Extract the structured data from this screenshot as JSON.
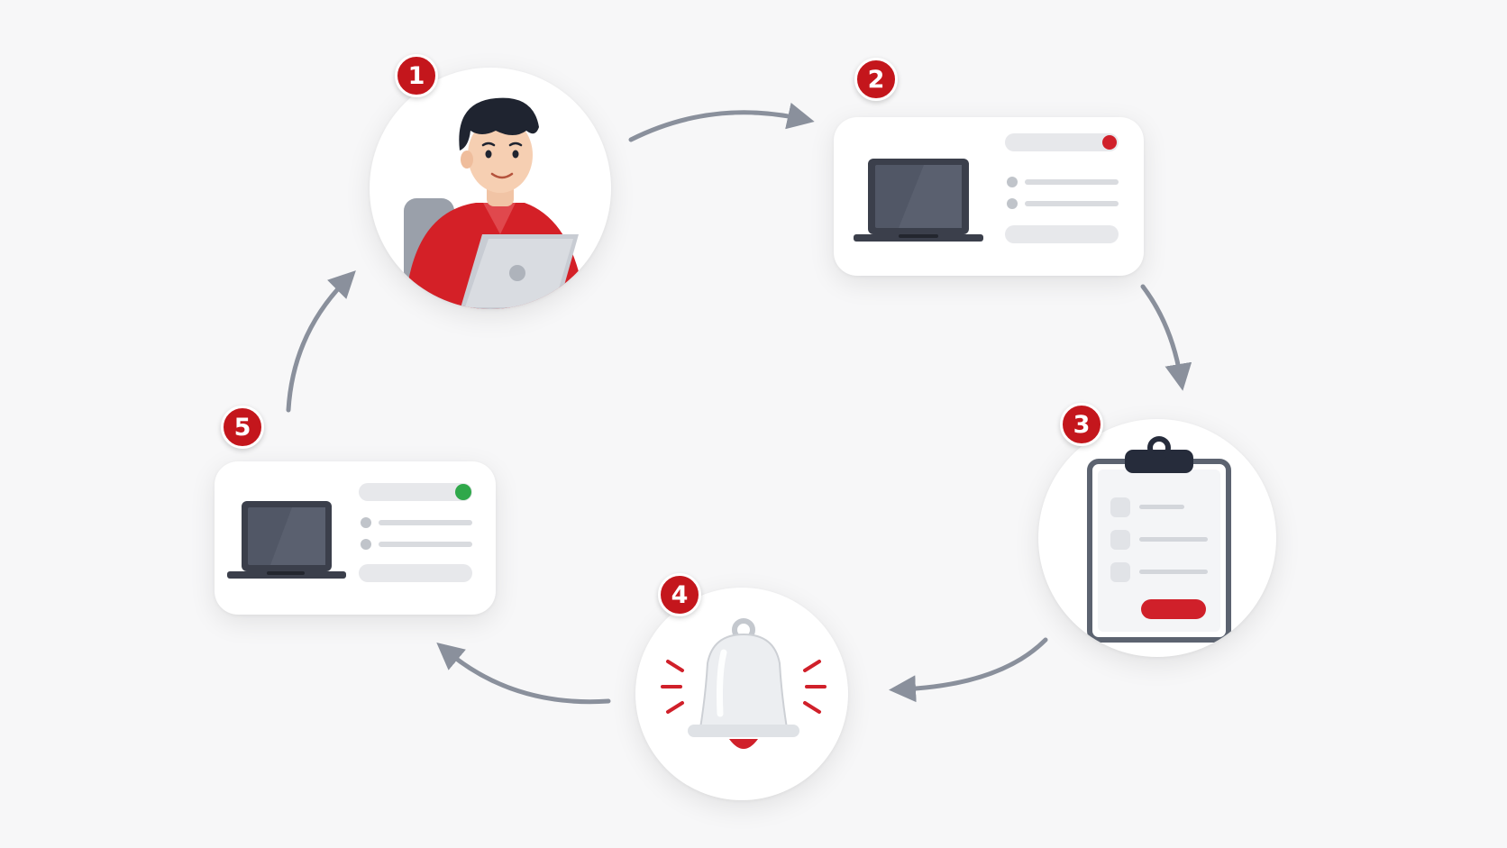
{
  "steps": [
    {
      "number": "1",
      "icon": "person-at-laptop-icon"
    },
    {
      "number": "2",
      "icon": "laptop-form-card-icon",
      "status_color": "#d0202a"
    },
    {
      "number": "3",
      "icon": "clipboard-checklist-icon"
    },
    {
      "number": "4",
      "icon": "bell-alert-icon"
    },
    {
      "number": "5",
      "icon": "laptop-form-card-icon",
      "status_color": "#2fa84a"
    }
  ],
  "colors": {
    "accent": "#c4161c",
    "arrow": "#8a909c",
    "background": "#f7f7f8",
    "success": "#2fa84a"
  }
}
